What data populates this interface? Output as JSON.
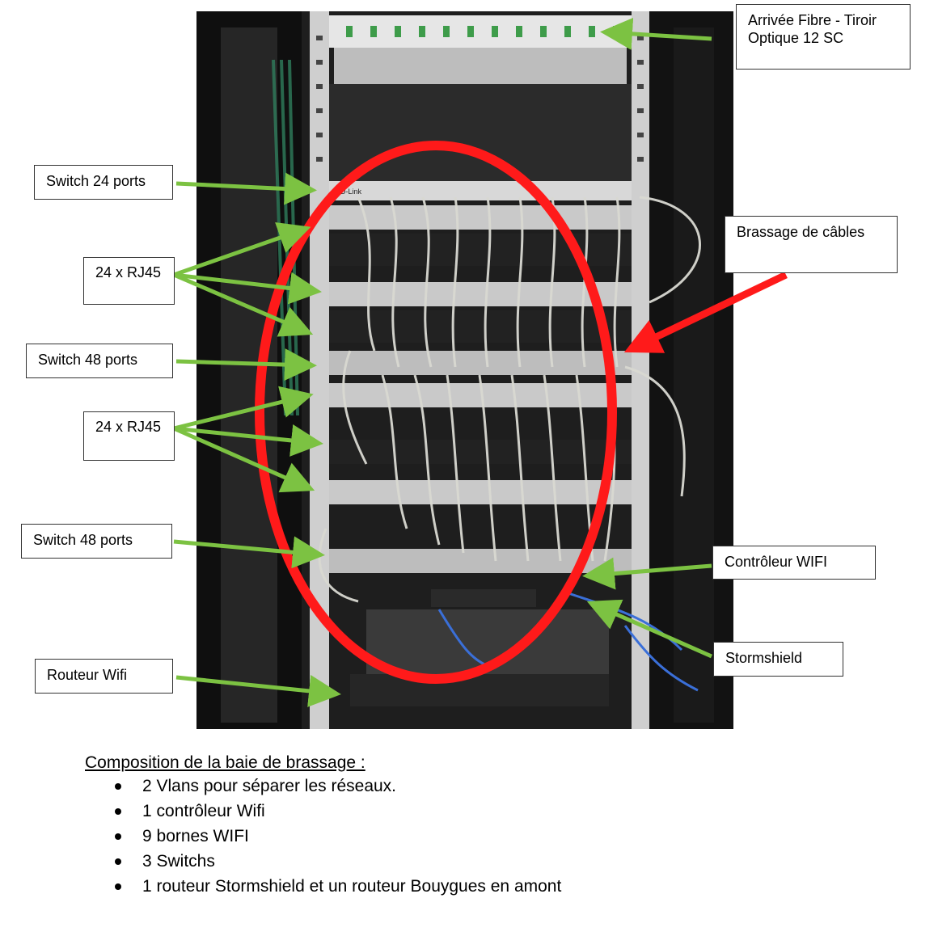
{
  "labels": {
    "fibre": "Arrivée Fibre - Tiroir Optique 12 SC",
    "switch24": "Switch 24 ports",
    "rj45_a": "24 x RJ45",
    "switch48_a": "Switch 48 ports",
    "rj45_b": "24 x RJ45",
    "switch48_b": "Switch 48 ports",
    "routeur": "Routeur Wifi",
    "brassage": "Brassage de câbles",
    "controleur": "Contrôleur WIFI",
    "stormshield": "Stormshield"
  },
  "composition": {
    "title": "Composition de la baie de brassage :",
    "items": [
      "2 Vlans pour séparer les réseaux.",
      "1 contrôleur Wifi",
      "9 bornes WIFI",
      "3 Switchs",
      "1 routeur Stormshield et un routeur Bouygues en amont"
    ]
  },
  "colors": {
    "arrow": "#7cc242",
    "red_marker": "#ff1a1a",
    "cable": "#d9d9d2",
    "rack": "#141414"
  },
  "photo_label": "D-Link"
}
